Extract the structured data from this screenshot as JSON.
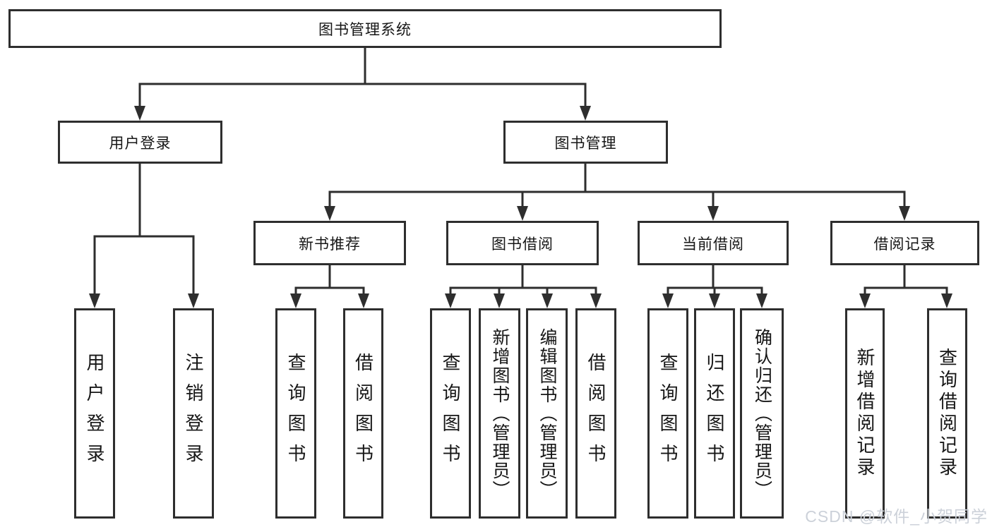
{
  "diagram": {
    "root": {
      "label": "图书管理系统"
    },
    "branches": [
      {
        "label": "用户登录",
        "children": [
          {
            "label": "用户登录"
          },
          {
            "label": "注销登录"
          }
        ]
      },
      {
        "label": "图书管理",
        "children": [
          {
            "label": "新书推荐",
            "children": [
              {
                "label": "查询图书"
              },
              {
                "label": "借阅图书"
              }
            ]
          },
          {
            "label": "图书借阅",
            "children": [
              {
                "label": "查询图书"
              },
              {
                "label": "新增图书（管理员）"
              },
              {
                "label": "编辑图书（管理员）"
              },
              {
                "label": "借阅图书"
              }
            ]
          },
          {
            "label": "当前借阅",
            "children": [
              {
                "label": "查询图书"
              },
              {
                "label": "归还图书"
              },
              {
                "label": "确认归还（管理员）"
              }
            ]
          },
          {
            "label": "借阅记录",
            "children": [
              {
                "label": "新增借阅记录"
              },
              {
                "label": "查询借阅记录"
              }
            ]
          }
        ]
      }
    ]
  },
  "watermark": {
    "text": "CSDN @软件_小贺同学"
  },
  "colors": {
    "line": "#2e2e2e",
    "box_border": "#2e2e2e",
    "box_fill": "#ffffff",
    "text": "#161616",
    "watermark": "#ccd1d9",
    "background": "#ffffff"
  }
}
